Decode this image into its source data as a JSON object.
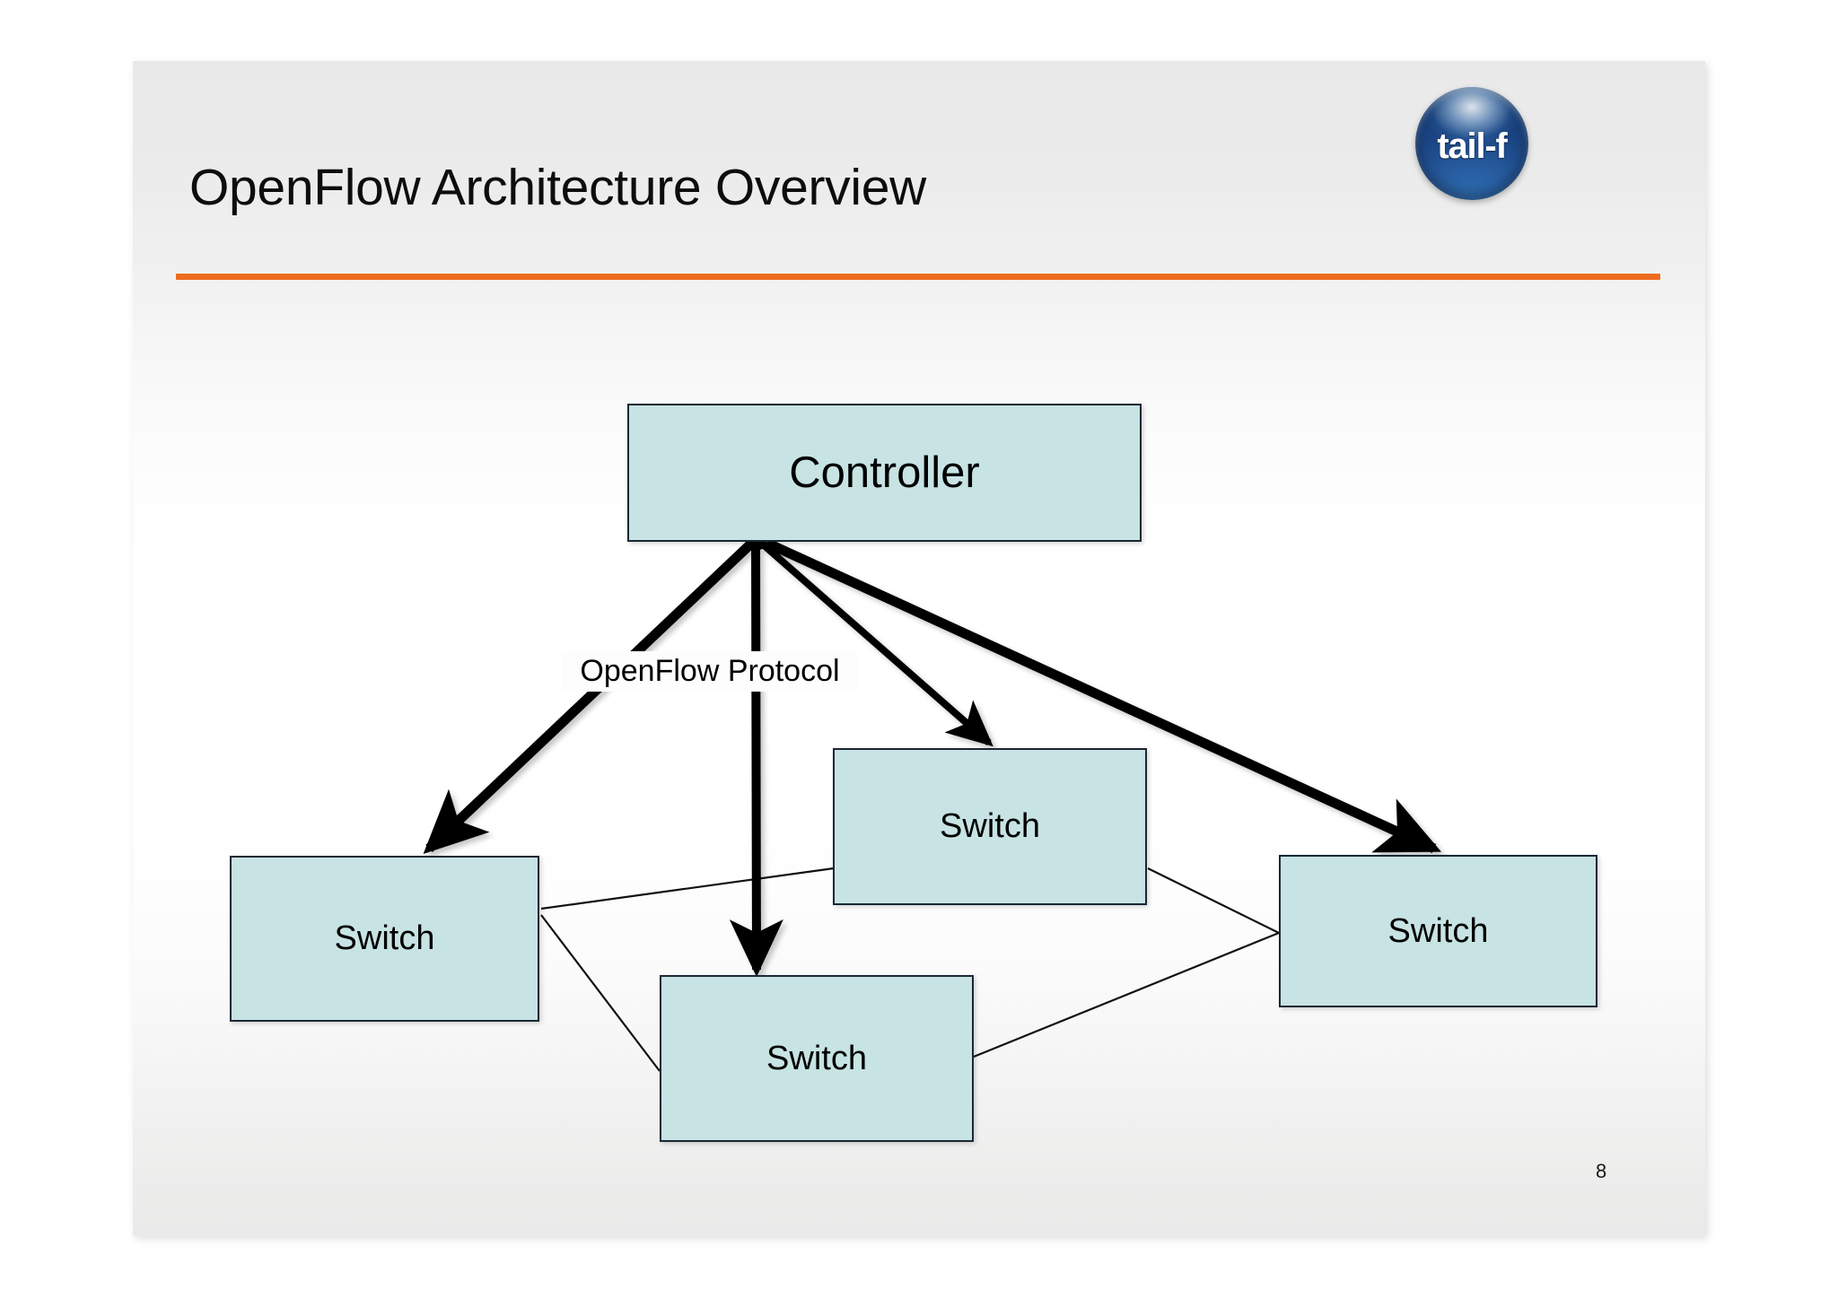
{
  "slide": {
    "title": "OpenFlow Architecture Overview",
    "page_number": "8",
    "accent_color": "#ED6C1F",
    "node_fill_color": "#c7e3e3",
    "node_border_color": "#1b2733"
  },
  "logo": {
    "name": "tail-f-logo",
    "text": "tail-f",
    "color": "#2a63a8"
  },
  "diagram": {
    "protocol_label": "OpenFlow Protocol",
    "controller": {
      "label": "Controller"
    },
    "switches": [
      {
        "id": "switch-left",
        "label": "Switch"
      },
      {
        "id": "switch-upper",
        "label": "Switch"
      },
      {
        "id": "switch-lower",
        "label": "Switch"
      },
      {
        "id": "switch-right",
        "label": "Switch"
      }
    ]
  }
}
